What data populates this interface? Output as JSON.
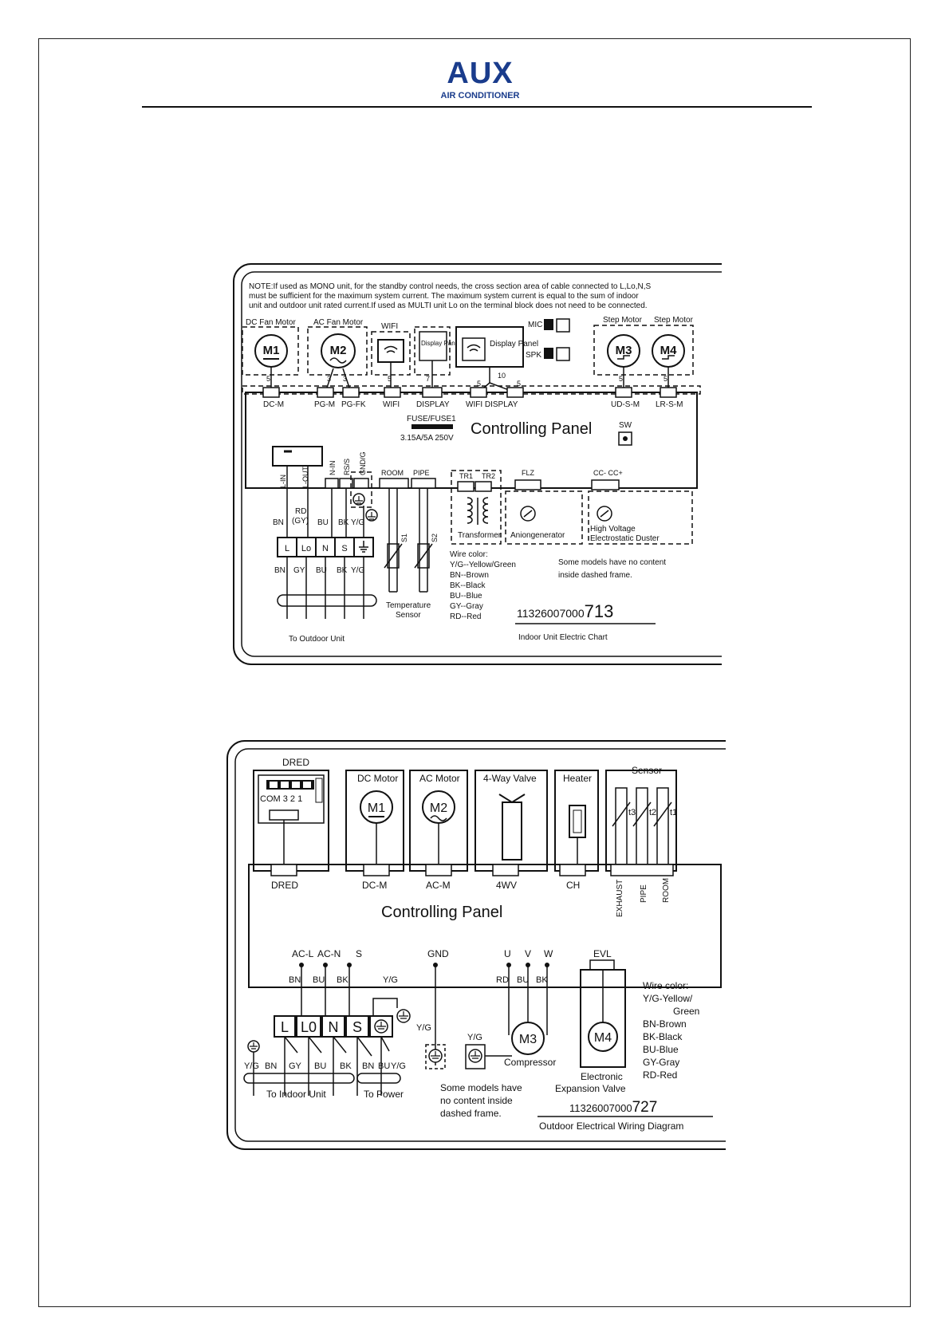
{
  "header": {
    "brand": "AUX",
    "tagline": "AIR CONDITIONER"
  },
  "indoor": {
    "note": [
      "NOTE:If used as MONO unit, for the standby control needs, the cross section area of cable connected to L,Lo,N,S",
      "must be sufficient for the maximum system current. The maximum system current is equal to the sum of indoor",
      "unit and outdoor unit rated current.If used as MULTI unit Lo on the terminal block does not need to be connected."
    ],
    "dc_fan_motor": "DC Fan Motor",
    "ac_fan_motor": "AC Fan Motor",
    "wifi": "WIFI",
    "display_panel": "Display Panel",
    "display_panel_2": "Display Panel",
    "mic": "MIC",
    "spk": "SPK",
    "step_motor_1": "Step Motor",
    "step_motor_2": "Step Motor",
    "m1": "M1",
    "m2": "M2",
    "m3": "M3",
    "m4": "M4",
    "pin5a": "5",
    "pin3a": "3",
    "pin3b": "3",
    "pin5b": "5",
    "pin7": "7",
    "pin10": "10",
    "pin5c": "5",
    "pin5d": "5",
    "pin5e": "5",
    "pin5f": "5",
    "conn_dcm": "DC-M",
    "conn_pgm": "PG-M",
    "conn_pgfk": "PG-FK",
    "conn_wifi": "WIFI",
    "conn_display": "DISPLAY",
    "conn_wifi_display": "WIFI DISPLAY",
    "conn_uds": "UD-S-M",
    "conn_lrs": "LR-S-M",
    "fuse": "FUSE/FUSE1",
    "fuse_rating": "3.15A/5A 250V",
    "panel_title": "Controlling Panel",
    "sw": "SW",
    "l_in": "L-IN",
    "l_out": "L-OUT",
    "n_in": "N-IN",
    "rs_s": "RS/S",
    "gnd_g": "GND/G",
    "room": "ROOM",
    "pipe": "PIPE",
    "tr1": "TR1",
    "tr2": "TR2",
    "flz": "FLZ",
    "cc": "CC- CC+",
    "w_bn": "BN",
    "w_rd": "RD",
    "w_gy_paren": "(GY)",
    "w_bu": "BU",
    "w_bk": "BK",
    "w_yg": "Y/G",
    "t_l": "L",
    "t_lo": "Lo",
    "t_n": "N",
    "t_s": "S",
    "b_bn": "BN",
    "b_gy": "GY",
    "b_bu": "BU",
    "b_bk": "BK",
    "b_yg": "Y/G",
    "to_outdoor": "To Outdoor Unit",
    "temp_sensor_1": "Temperature",
    "temp_sensor_2": "Sensor",
    "s1": "S1",
    "s2": "S2",
    "transformer": "Transformer",
    "anion": "Aniongenerator",
    "hv1": "High Voltage",
    "hv2": "Electrostatic Duster",
    "wire_color_title": "Wire color:",
    "wire_colors": [
      "Y/G--Yellow/Green",
      "BN--Brown",
      "BK--Black",
      "BU--Blue",
      "GY--Gray",
      "RD--Red"
    ],
    "dashed_note_1": "Some models have no content",
    "dashed_note_2": "inside dashed frame.",
    "part_prefix": "11326007000",
    "part_suffix": "713",
    "chart_title": "Indoor Unit Electric Chart"
  },
  "outdoor": {
    "dred": "DRED",
    "dred_nums": "COM 3  2  1",
    "dc_motor": "DC Motor",
    "ac_motor": "AC Motor",
    "four_way": "4-Way Valve",
    "heater": "Heater",
    "sensor": "Sensor",
    "m1": "M1",
    "m2": "M2",
    "m3": "M3",
    "m4": "M4",
    "t1": "t3",
    "t2": "t2",
    "t3": "t1",
    "conn_dred": "DRED",
    "conn_dcm": "DC-M",
    "conn_acm": "AC-M",
    "conn_4wv": "4WV",
    "conn_ch": "CH",
    "exhaust": "EXHAUST",
    "pipe": "PIPE",
    "room": "ROOM",
    "panel_title": "Controlling Panel",
    "acl": "AC-L",
    "acn": "AC-N",
    "s": "S",
    "gnd": "GND",
    "u": "U",
    "v": "V",
    "w": "W",
    "evl": "EVL",
    "w_bn": "BN",
    "w_bu": "BU",
    "w_bk": "BK",
    "w_yg": "Y/G",
    "w_rd": "RD",
    "w_bu2": "BU",
    "w_bk2": "BK",
    "t_l": "L",
    "t_lo": "L0",
    "t_n": "N",
    "t_s": "S",
    "yg_left": "Y/G",
    "b_bn": "BN",
    "b_gy": "GY",
    "b_bu": "BU",
    "b_bk": "BK",
    "b_bn2": "BN",
    "b_bu2": "BU",
    "b_yg2": "Y/G",
    "yg_gnd": "Y/G",
    "yg_comp": "Y/G",
    "to_indoor": "To Indoor Unit",
    "to_power": "To Power",
    "compressor": "Compressor",
    "evalve_1": "Electronic",
    "evalve_2": "Expansion Valve",
    "dashed_note": [
      "Some models have",
      "no content inside",
      "dashed frame."
    ],
    "wire_color_title": "Wire color:",
    "wire_colors": [
      "Y/G-Yellow/",
      "Green",
      "BN-Brown",
      "BK-Black",
      "BU-Blue",
      "GY-Gray",
      "RD-Red"
    ],
    "part_prefix": "11326007000",
    "part_suffix": "727",
    "chart_title": "Outdoor Electrical Wiring Diagram"
  }
}
